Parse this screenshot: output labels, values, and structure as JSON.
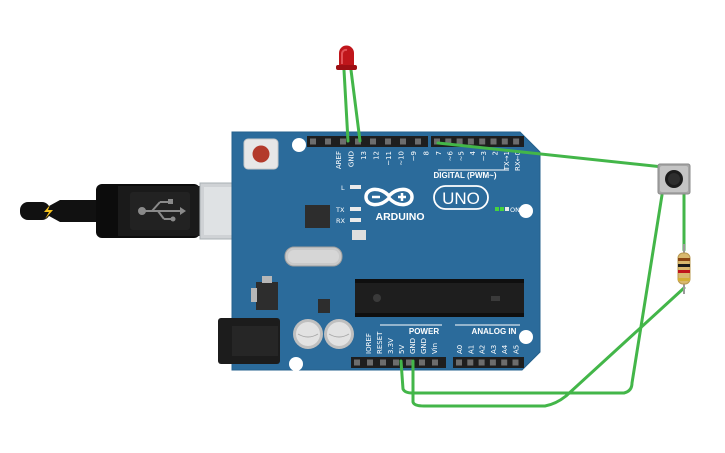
{
  "board": {
    "brand": "ARDUINO",
    "model": "UNO",
    "section_digital": "DIGITAL (PWM~)",
    "section_power": "POWER",
    "section_analog": "ANALOG IN",
    "led_l": "L",
    "led_tx": "TX",
    "led_rx": "RX",
    "led_on": "ON",
    "digital_pins_left": [
      "AREF",
      "GND",
      "13",
      "12",
      "~11",
      "~10",
      "~9",
      "8"
    ],
    "digital_pins_right": [
      "7",
      "~6",
      "~5",
      "4",
      "~3",
      "2",
      "TX→1",
      "RX←0"
    ],
    "power_pins": [
      "IOREF",
      "RESET",
      "3.3V",
      "5V",
      "GND",
      "GND",
      "Vin"
    ],
    "analog_pins": [
      "A0",
      "A1",
      "A2",
      "A3",
      "A4",
      "A5"
    ]
  },
  "components": {
    "led_color": "#c0161b",
    "wire_color": "#43b649",
    "board_color": "#2b6b9b",
    "usb_icon": "usb-icon",
    "plug_icon": "lightning-bolt-icon"
  }
}
